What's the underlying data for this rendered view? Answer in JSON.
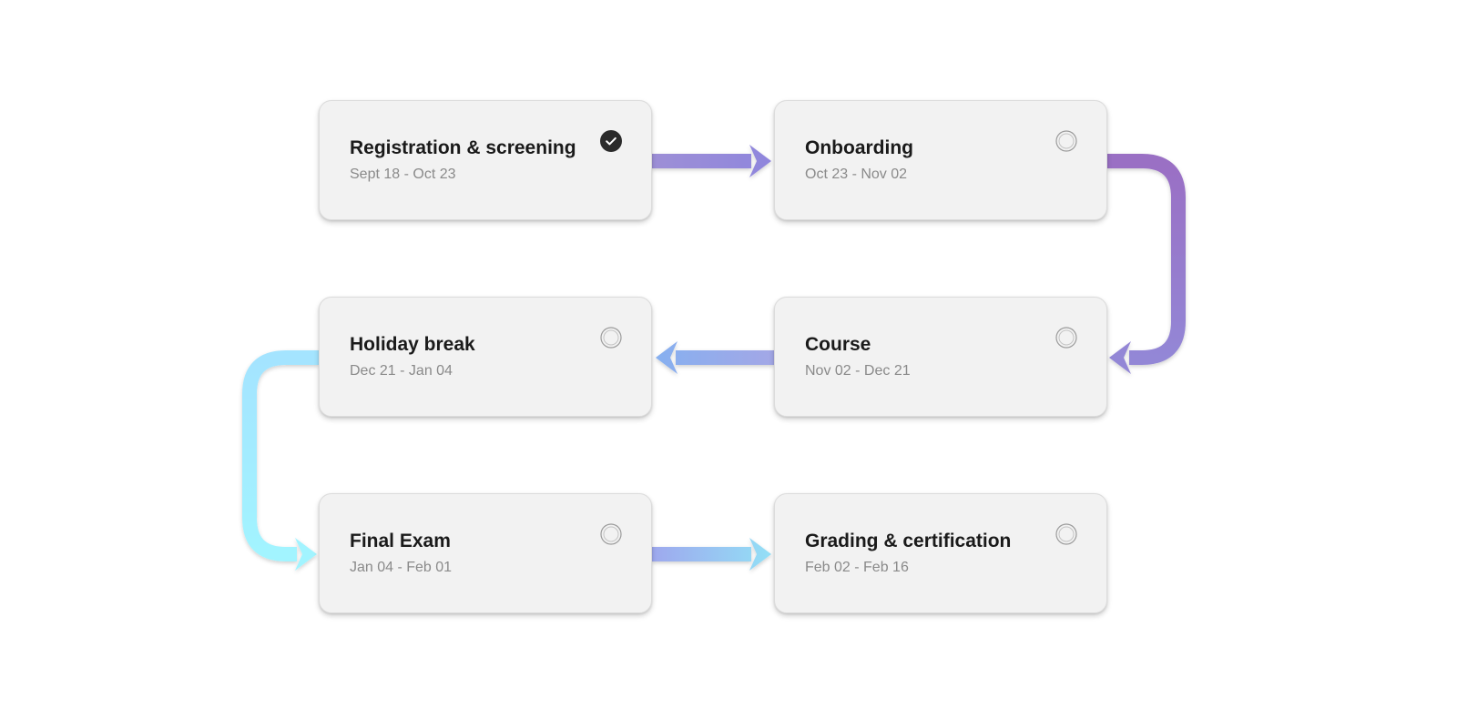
{
  "colors": {
    "card_background": "#f2f2f2",
    "title_text": "#1a1a1a",
    "date_text": "#8a8a8a",
    "arrow_purple": "#9a80cc",
    "arrow_blue": "#8eaaee",
    "arrow_cyan": "#a2f2ff",
    "completed_icon": "#2b2b2b"
  },
  "steps": [
    {
      "title": "Registration & screening",
      "dates": "Sept 18 - Oct 23",
      "status": "completed",
      "icon": "check-circle-icon"
    },
    {
      "title": "Onboarding",
      "dates": "Oct 23 - Nov 02",
      "status": "pending",
      "icon": "empty-circle-icon"
    },
    {
      "title": "Course",
      "dates": "Nov 02 - Dec 21",
      "status": "pending",
      "icon": "empty-circle-icon"
    },
    {
      "title": "Holiday break",
      "dates": "Dec 21 - Jan 04",
      "status": "pending",
      "icon": "empty-circle-icon"
    },
    {
      "title": "Final Exam",
      "dates": "Jan 04 - Feb 01",
      "status": "pending",
      "icon": "empty-circle-icon"
    },
    {
      "title": "Grading & certification",
      "dates": "Feb 02 - Feb 16",
      "status": "pending",
      "icon": "empty-circle-icon"
    }
  ],
  "connections": [
    {
      "from": 0,
      "to": 1
    },
    {
      "from": 1,
      "to": 2
    },
    {
      "from": 2,
      "to": 3
    },
    {
      "from": 3,
      "to": 4
    },
    {
      "from": 4,
      "to": 5
    }
  ]
}
